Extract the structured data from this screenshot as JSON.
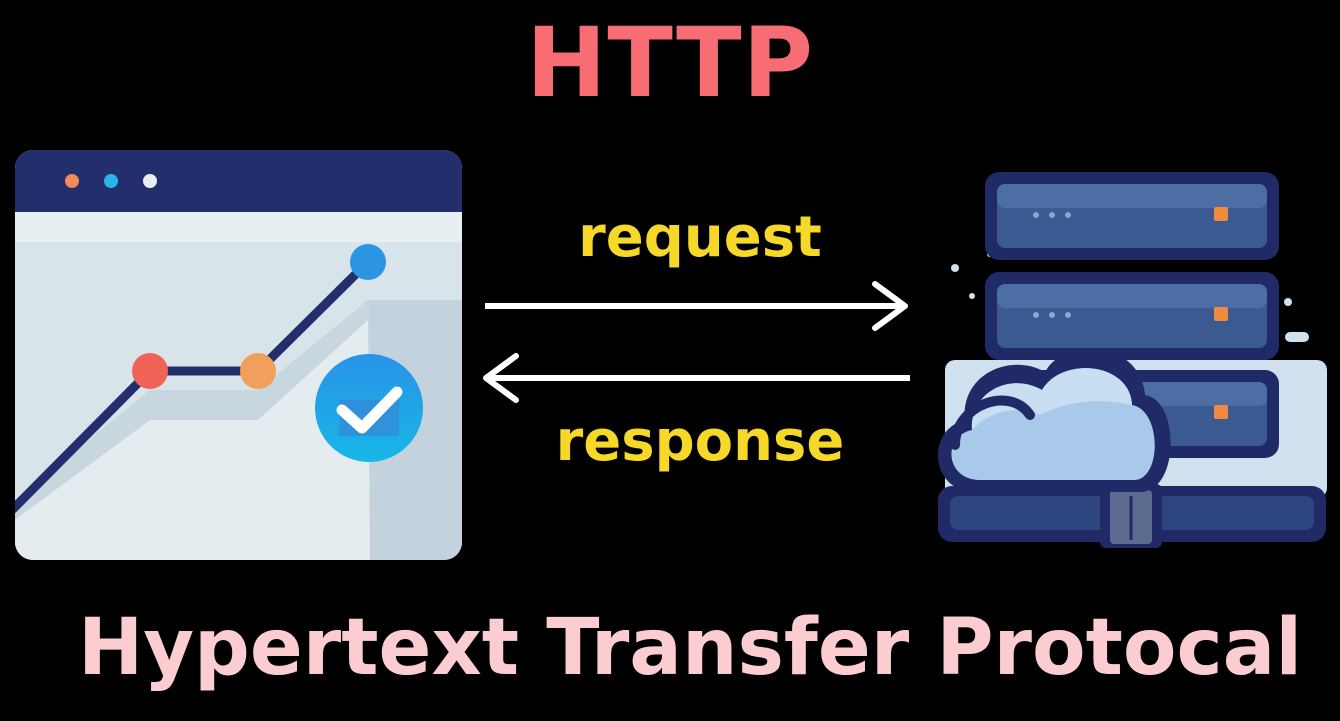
{
  "title": "HTTP",
  "subtitle": "Hypertext Transfer Protocal",
  "arrows": {
    "request_label": "request",
    "response_label": "response"
  },
  "client": {
    "icon": "browser-chart-icon"
  },
  "server": {
    "icon": "server-cloud-icon"
  },
  "colors": {
    "title": "#f76d73",
    "subtitle": "#fbcdd0",
    "labels": "#f5d828",
    "arrows": "#ffffff",
    "background": "#000000"
  }
}
